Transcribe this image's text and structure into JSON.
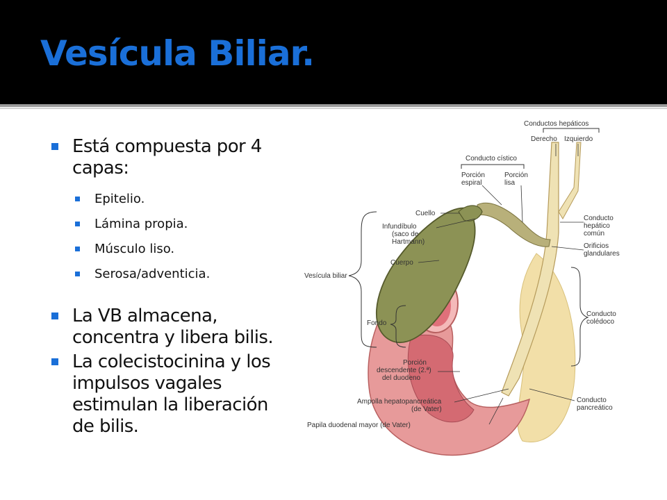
{
  "slide": {
    "title": "Vesícula Biliar."
  },
  "bullets": {
    "b1_line1": "Está compuesta por 4",
    "b1_line2": "capas:",
    "subs": [
      "Epitelio.",
      "Lámina propia.",
      "Músculo liso.",
      "Serosa/adventicia."
    ],
    "b2_line1": "La VB almacena,",
    "b2_line2": "concentra y libera bilis.",
    "b3_line1": "La colecistocinina y los",
    "b3_line2": "impulsos vagales",
    "b3_line3": "estimulan la liberación",
    "b3_line4": "de bilis."
  },
  "figure": {
    "labels": {
      "conductos_hepaticos": "Conductos hepáticos",
      "derecho": "Derecho",
      "izquierdo": "Izquierdo",
      "conducto_cistico": "Conducto cístico",
      "porcion_espiral_1": "Porción",
      "porcion_espiral_2": "espiral",
      "porcion_lisa_1": "Porción",
      "porcion_lisa_2": "lisa",
      "cuello": "Cuello",
      "infundibulo_1": "Infundíbulo",
      "infundibulo_2": "(saco de",
      "infundibulo_3": "Hartmann)",
      "conducto_hepatico_comun_1": "Conducto",
      "conducto_hepatico_comun_2": "hepático",
      "conducto_hepatico_comun_3": "común",
      "orificios_1": "Orificios",
      "orificios_2": "glandulares",
      "cuerpo": "Cuerpo",
      "vesicula_biliar": "Vesícula biliar",
      "conducto_coledoco_1": "Conducto",
      "conducto_coledoco_2": "colédoco",
      "fondo": "Fondo",
      "porcion_descendente_1": "Porción",
      "porcion_descendente_2": "descendente (2.ª)",
      "porcion_descendente_3": "del duodeno",
      "ampolla_1": "Ampolla hepatopancreática",
      "ampolla_2": "(de Vater)",
      "conducto_pancreatico_1": "Conducto",
      "conducto_pancreatico_2": "pancreático",
      "papila": "Papila duodenal mayor (de Vater)"
    }
  },
  "colors": {
    "header_bg": "#000000",
    "title": "#1a6fd8",
    "bullet_marker": "#1a6fd8"
  }
}
